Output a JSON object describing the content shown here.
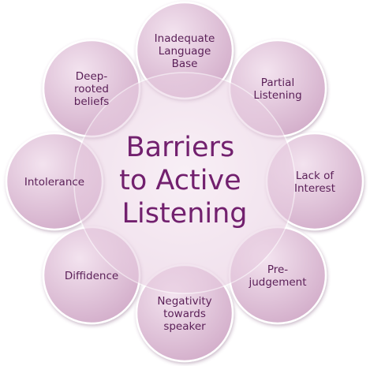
{
  "colors": {
    "petal_fill_light": "#f3e3ef",
    "petal_fill_dark": "#d2acc9",
    "center_fill": "#e5c7dd",
    "petal_text": "#5a1f57",
    "center_text": "#72206e"
  },
  "center": {
    "lines": [
      "Barriers",
      "to Active",
      "Listening"
    ]
  },
  "petals": [
    {
      "id": "inadequate-language-base",
      "lines": [
        "Inadequate",
        "Language",
        "Base"
      ]
    },
    {
      "id": "partial-listening",
      "lines": [
        "Partial",
        "Listening"
      ]
    },
    {
      "id": "lack-of-interest",
      "lines": [
        "Lack of",
        "Interest"
      ]
    },
    {
      "id": "pre-judgement",
      "lines": [
        "Pre-",
        "judgement"
      ]
    },
    {
      "id": "negativity-towards-speaker",
      "lines": [
        "Negativity",
        "towards",
        "speaker"
      ]
    },
    {
      "id": "diffidence",
      "lines": [
        "Diffidence"
      ]
    },
    {
      "id": "intolerance",
      "lines": [
        "Intolerance"
      ]
    },
    {
      "id": "deep-rooted-beliefs",
      "lines": [
        "Deep-",
        "rooted",
        "beliefs"
      ]
    }
  ]
}
